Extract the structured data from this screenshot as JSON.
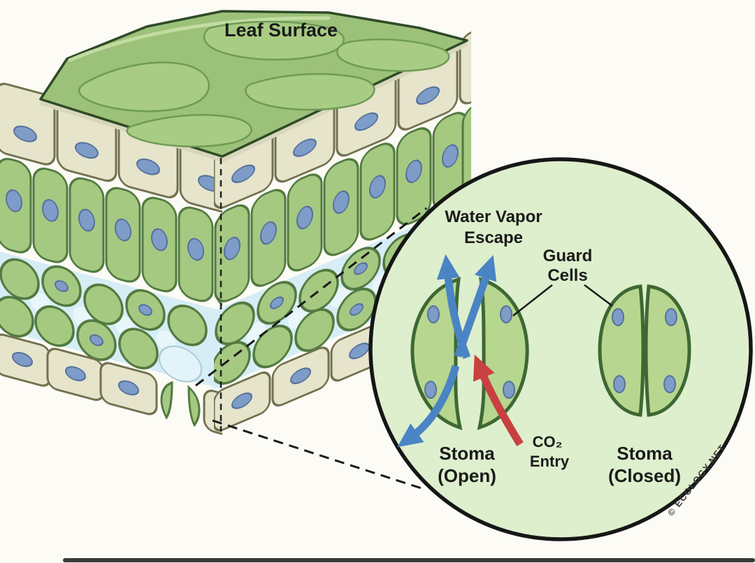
{
  "leaf": {
    "surface_label": "Leaf Surface"
  },
  "inset": {
    "water_vapor_line1": "Water Vapor",
    "water_vapor_line2": "Escape",
    "guard_line1": "Guard",
    "guard_line2": "Cells",
    "stoma_open_line1": "Stoma",
    "stoma_open_line2": "(Open)",
    "co2_line1": "CO₂",
    "co2_line2": "Entry",
    "stoma_closed_line1": "Stoma",
    "stoma_closed_line2": "(Closed)",
    "credit": "© ECOLOGY.NET"
  },
  "colors": {
    "leaf_green": "#9cc178",
    "cell_cream": "#e6e4cb",
    "cell_green": "#a6c981",
    "nucleus_blue": "#7e9cc8",
    "air_blue": "#d6edf5",
    "inset_fill": "#ddefcd",
    "guard_fill": "#b7d68f",
    "arrow_blue": "#4a84c4",
    "arrow_red": "#c94040",
    "outline_dark": "#2f4a28"
  }
}
